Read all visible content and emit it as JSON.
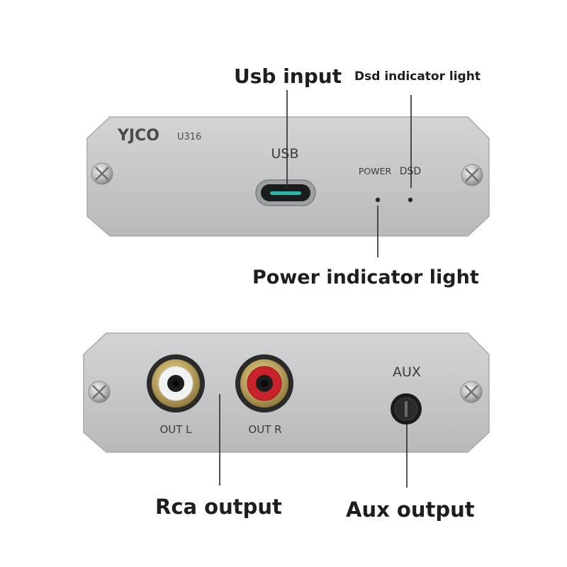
{
  "callouts": {
    "usb_input": "Usb input",
    "dsd_indicator": "Dsd indicator light",
    "power_indicator": "Power indicator light",
    "rca_output": "Rca output",
    "aux_output": "Aux output"
  },
  "front_panel": {
    "brand": "YJCO",
    "model": "U316",
    "usb_label": "USB",
    "power_label": "POWER",
    "dsd_label": "DSD"
  },
  "rear_panel": {
    "out_l_label": "OUT L",
    "out_r_label": "OUT R",
    "aux_label": "AUX"
  },
  "colors": {
    "panel": "#c9cacb",
    "leader_line": "#2a2a2a",
    "rca_left_insulator": "#f2f2f2",
    "rca_right_insulator": "#c8222a",
    "usb_port_accent": "#2fb3a4"
  }
}
